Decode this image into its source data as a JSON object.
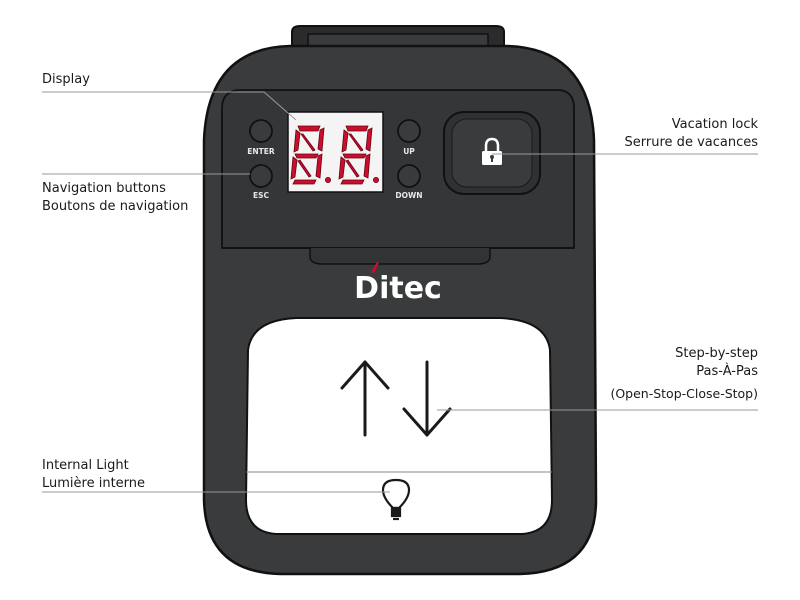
{
  "labels": {
    "display": "Display",
    "navigation_en": "Navigation buttons",
    "navigation_fr": "Boutons de navigation",
    "internal_light_en": "Internal Light",
    "internal_light_fr": "Lumière interne",
    "vacation_lock_en": "Vacation lock",
    "vacation_lock_fr": "Serrure de vacances",
    "step_en": "Step-by-step",
    "step_fr": "Pas-À-Pas",
    "step_sequence": "(Open-Stop-Close-Stop)"
  },
  "device": {
    "brand": "Ditec",
    "buttons": {
      "enter": "ENTER",
      "esc": "ESC",
      "up": "UP",
      "down": "DOWN"
    },
    "display_digits": "88",
    "icons": {
      "lock": "lock-icon",
      "step": "up-down-arrows-icon",
      "light": "light-bulb-icon"
    }
  },
  "colors": {
    "housing": "#3a3b3d",
    "housing_dark": "#232425",
    "display_segment": "#c8102e",
    "display_bg": "#f4f4f4",
    "panel": "#ffffff",
    "brand_accent": "#c8102e"
  }
}
